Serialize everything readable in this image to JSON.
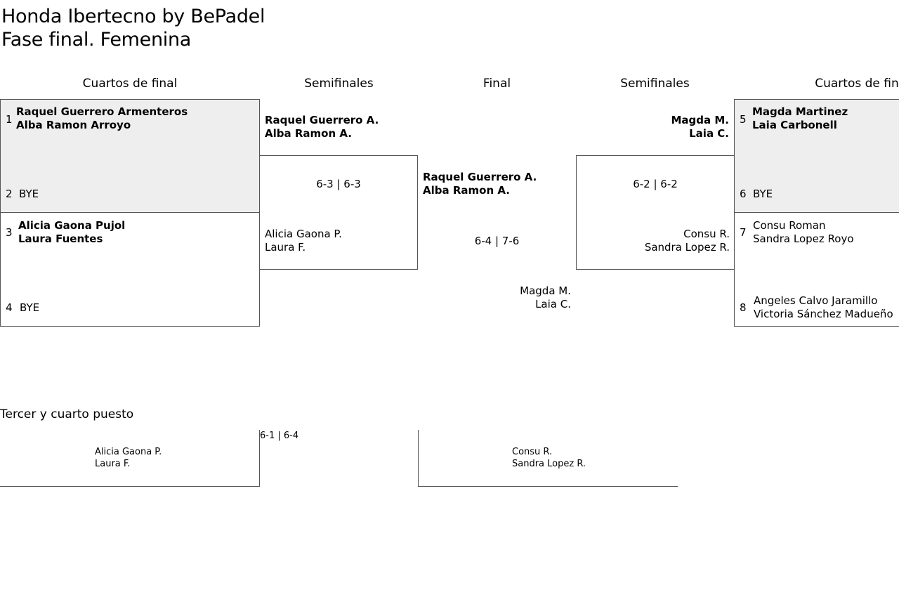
{
  "header": {
    "line1": "Honda Ibertecno by BePadel",
    "line2": "Fase final. Femenina"
  },
  "columns": {
    "qf_left": "Cuartos de final",
    "sf_left": "Semifinales",
    "final": "Final",
    "sf_right": "Semifinales",
    "qf_right": "Cuartos de fin"
  },
  "qf_left": {
    "m1": {
      "seed_a": "1",
      "a1": "Raquel Guerrero Armenteros",
      "a2": "Alba Ramon Arroyo",
      "seed_b": "2",
      "b1": "BYE"
    },
    "m2": {
      "seed_a": "3",
      "a1": "Alicia Gaona Pujol",
      "a2": "Laura Fuentes",
      "seed_b": "4",
      "b1": "BYE"
    }
  },
  "qf_right": {
    "m1": {
      "seed_a": "5",
      "a1": "Magda Martinez",
      "a2": "Laia Carbonell",
      "seed_b": "6",
      "b1": "BYE"
    },
    "m2": {
      "seed_a": "7",
      "a1": "Consu Roman",
      "a2": "Sandra Lopez Royo",
      "seed_b": "8",
      "b1": "Angeles Calvo Jaramillo",
      "b2": "Victoria Sánchez Madueño"
    }
  },
  "sf_left": {
    "top1": "Raquel Guerrero A.",
    "top2": "Alba Ramon A.",
    "score": "6-3 | 6-3",
    "bot1": "Alicia Gaona P.",
    "bot2": "Laura F."
  },
  "sf_right": {
    "top1": "Magda M.",
    "top2": "Laia C.",
    "score": "6-2 | 6-2",
    "bot1": "Consu R.",
    "bot2": "Sandra Lopez R."
  },
  "final": {
    "top1": "Raquel Guerrero A.",
    "top2": "Alba Ramon A.",
    "score": "6-4 | 7-6",
    "bot1": "Magda M.",
    "bot2": "Laia C."
  },
  "third_place": {
    "title": "Tercer y cuarto puesto",
    "left1": "Alicia Gaona P.",
    "left2": "Laura F.",
    "score": "6-1 | 6-4",
    "right1": "Consu R.",
    "right2": "Sandra Lopez R."
  }
}
